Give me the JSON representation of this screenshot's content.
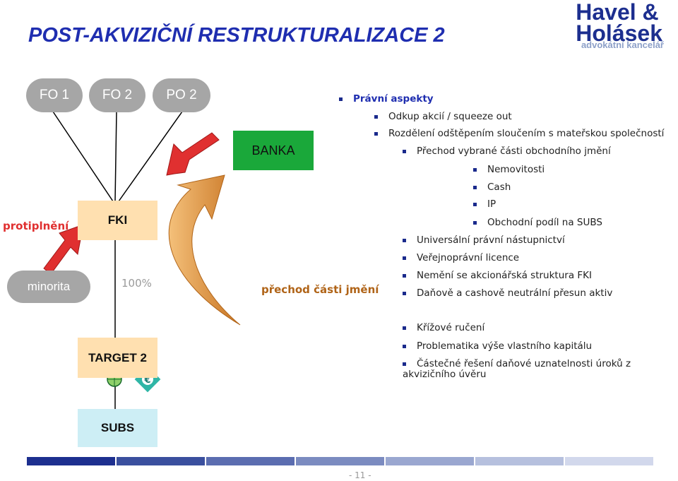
{
  "title": "POST-AKVIZIČNÍ RESTRUKTURALIZACE 2",
  "logo": {
    "line1": "Havel &",
    "line2": "Holásek",
    "line3": "advokátní kancelář"
  },
  "owners": [
    "FO 1",
    "FO 2",
    "PO 2"
  ],
  "nodes": {
    "banka": "BANKA",
    "fki": "FKI",
    "target": "TARGET 2",
    "subs": "SUBS"
  },
  "side_labels": {
    "protiplneni": "protiplnění",
    "minorita": "minorita",
    "percent": "100%",
    "prechod": "přechod části jmění"
  },
  "bullets": {
    "heading": "Právní aspekty",
    "items": [
      "Odkup akcií / squeeze out",
      "Rozdělení odštěpením sloučením s mateřskou společností",
      "Přechod vybrané části obchodního jmění",
      "Nemovitosti",
      "Cash",
      "IP",
      "Obchodní podíl na SUBS",
      "Universální právní nástupnictví",
      "Veřejnoprávní licence",
      "Nemění se akcionářská struktura FKI",
      "Daňově a cashově neutrální přesun aktiv",
      "Křížové ručení",
      "Problematika výše vlastního kapitálu",
      "Částečné řešení daňové uznatelnosti úroků z",
      "akvizičního úvěru"
    ]
  },
  "page_number": "- 11 -",
  "colors": {
    "title": "#1f2eb0",
    "green": "#1aa83a",
    "pill": "#a6a6a6",
    "box": "#ffe0b0",
    "arrow": "#d47e2a",
    "red": "#e03030",
    "subs": "#cdeef5"
  }
}
